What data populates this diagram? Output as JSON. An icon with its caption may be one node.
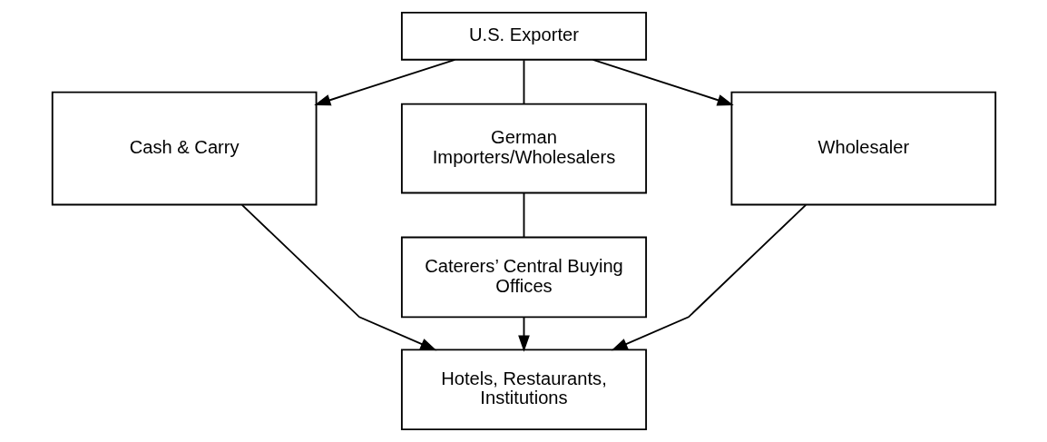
{
  "diagram": {
    "nodes": [
      {
        "text": [
          "U.S. Exporter"
        ]
      },
      {
        "text": [
          "Cash & Carry"
        ]
      },
      {
        "text": [
          "German Importers/Wholesalers"
        ]
      },
      {
        "text": [
          "Caterers’ Central Buying Offices"
        ]
      },
      {
        "text": [
          "Wholesaler"
        ]
      },
      {
        "text": [
          "Hotels, Restaurants, Institutions"
        ]
      }
    ],
    "edges": [
      {
        "from": 0,
        "to": 1,
        "arrow": "to"
      },
      {
        "from": 0,
        "to": 4,
        "arrow": "to"
      },
      {
        "from": 0,
        "to": 2,
        "arrow": "none"
      },
      {
        "from": 2,
        "to": 3,
        "arrow": "none"
      },
      {
        "from": 3,
        "to": 5,
        "arrow": "to"
      },
      {
        "from": 1,
        "to": 5,
        "arrow": "to"
      },
      {
        "from": 4,
        "to": 5,
        "arrow": "to"
      }
    ]
  }
}
